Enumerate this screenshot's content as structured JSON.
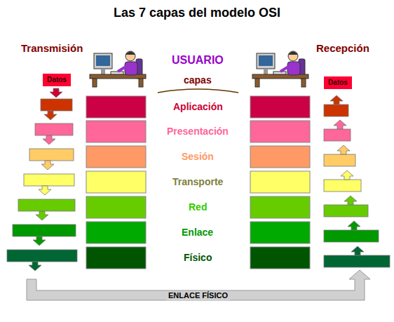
{
  "diagram": {
    "title": "Las 7 capas del modelo OSI",
    "nodes": [
      {
        "text": [
          "Datos"
        ]
      },
      {
        "text": [
          "Datos"
        ]
      },
      {
        "text": [
          "ENLACE FÍSICO"
        ]
      }
    ],
    "labels": [
      "Transmisión",
      "Recepción",
      "USUARIO",
      "capas",
      "Aplicación",
      "Presentación",
      "Sesión",
      "Transporte",
      "Red",
      "Enlace",
      "Físico"
    ]
  }
}
